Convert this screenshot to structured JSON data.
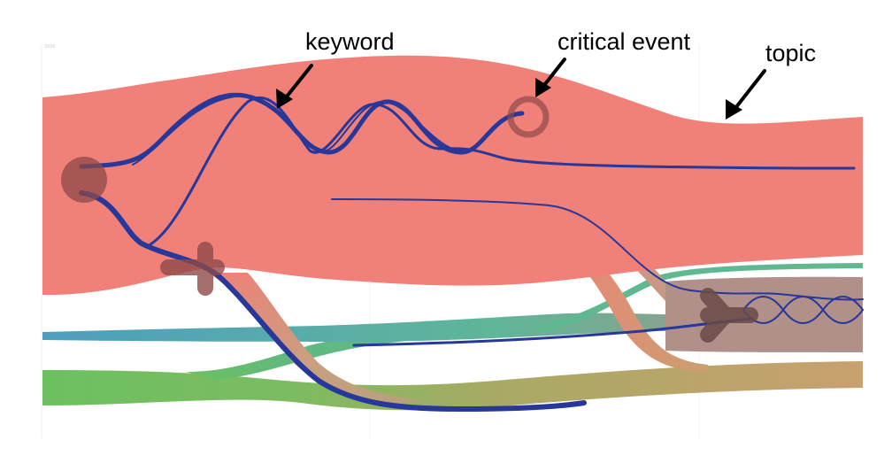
{
  "annotations": {
    "keyword": "keyword",
    "critical_event": "critical event",
    "topic": "topic"
  },
  "corner_tick": "2000",
  "colors": {
    "topic_main": "#f08078",
    "topic_blue": "#4f9ec0",
    "topic_teal": "#5fb890",
    "topic_green": "#6cc060",
    "topic_tan": "#c9a070",
    "topic_mauve": "#b09088",
    "keyword_line": "#27379a",
    "event_marker": "#8e4a48",
    "grid": "#eef3ee"
  }
}
